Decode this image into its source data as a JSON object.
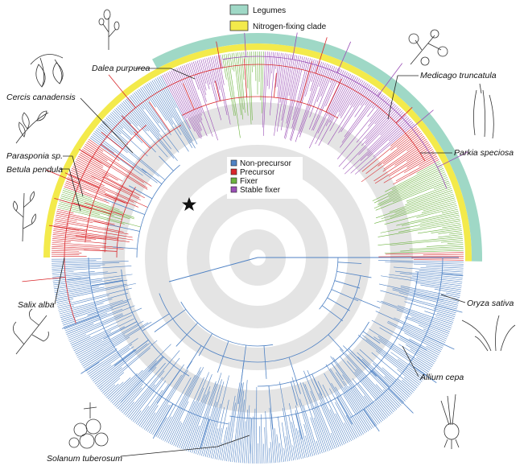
{
  "legend_top": [
    {
      "label": "Legumes",
      "color": "#9fd8c6"
    },
    {
      "label": "Nitrogen-fixing clade",
      "color": "#f3ea4b"
    }
  ],
  "legend_states": [
    {
      "label": "Non-precursor",
      "color": "#4f82c4"
    },
    {
      "label": "Precursor",
      "color": "#d9272b"
    },
    {
      "label": "Fixer",
      "color": "#6cb33f"
    },
    {
      "label": "Stable fixer",
      "color": "#9b4fb6"
    }
  ],
  "species": {
    "dalea": "Dalea purpurea",
    "cercis": "Cercis canadensis",
    "parasponia": "Parasponia sp.",
    "betula": "Betula pendula",
    "salix": "Salix alba",
    "solanum": "Solanum tuberosum",
    "medicago": "Medicago truncatula",
    "parkia": "Parkia speciosa",
    "oryza": "Oryza sativa",
    "allium": "Allium cepa"
  },
  "colors": {
    "ring_grey": "#e4e4e4",
    "legume_band": "#9fd8c6",
    "nfc_band": "#f3ea4b",
    "non_precursor": "#4f82c4",
    "precursor": "#d9272b",
    "fixer": "#6cb33f",
    "stable_fixer": "#9b4fb6"
  },
  "marker": {
    "icon": "star-icon"
  }
}
